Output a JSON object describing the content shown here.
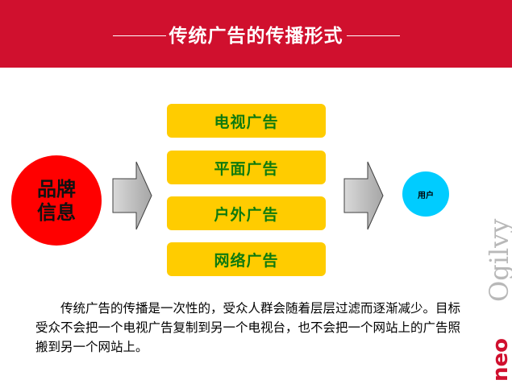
{
  "header": {
    "title": "传统广告的传播形式",
    "background": "#d0102e"
  },
  "diagram": {
    "source_node": "品牌信息",
    "channels": [
      "电视广告",
      "平面广告",
      "户外广告",
      "网络广告"
    ],
    "target_node": "用户",
    "colors": {
      "source": "#ff0000",
      "channel_fill": "#ffcc00",
      "channel_text": "#0e7a0e",
      "target": "#00ccff",
      "arrow": "#bfbfbf"
    }
  },
  "description": "传统广告的传播是一次性的，受众人群会随着层层过滤而逐渐减少。目标受众不会把一个电视广告复制到另一个电视台，也不会把一个网站上的广告照搬到另一个网站上。",
  "brand": {
    "logo_text": "Ogilvy",
    "logo_prefix": "neo"
  }
}
